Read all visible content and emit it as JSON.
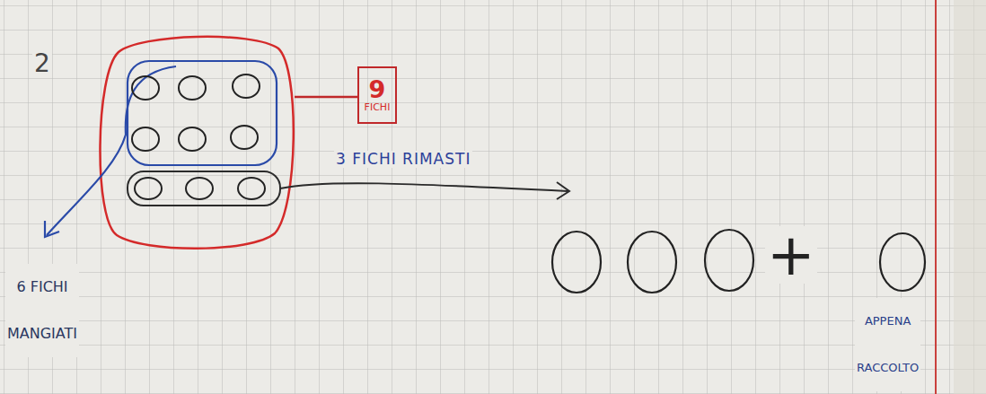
{
  "diagram": {
    "nodes": [
      {
        "text": [
          "9",
          "FICHI"
        ]
      }
    ],
    "labels": [
      "2",
      "3 FICHI RIMASTI",
      "+",
      "6 FICHI MANGIATI",
      "APPENA RACCOLTO"
    ]
  }
}
